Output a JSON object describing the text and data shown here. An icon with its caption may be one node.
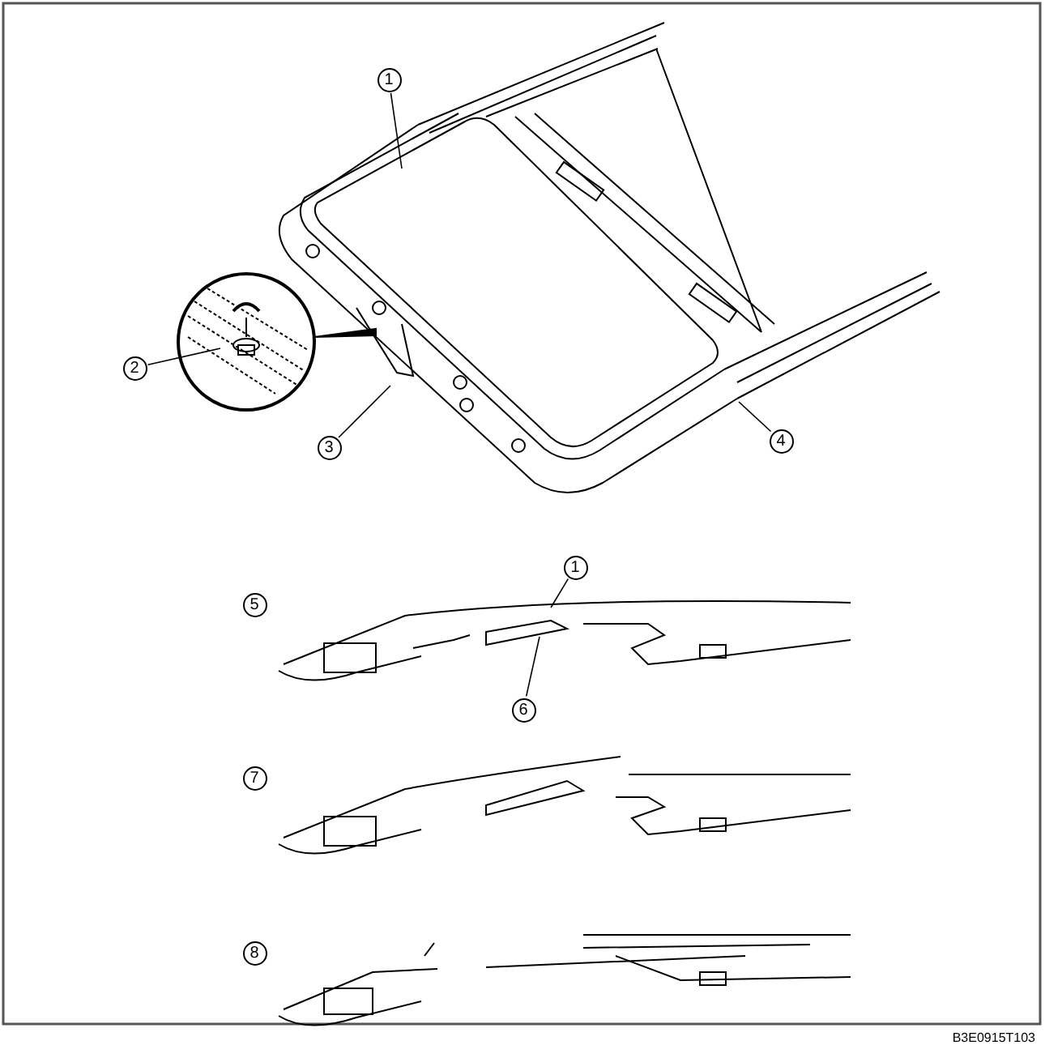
{
  "diagram": {
    "nodes": [
      {
        "text": [
          "1"
        ]
      },
      {
        "text": [
          "2"
        ]
      },
      {
        "text": [
          "3"
        ]
      },
      {
        "text": [
          "4"
        ]
      },
      {
        "text": [
          "1"
        ]
      },
      {
        "text": [
          "6"
        ]
      },
      {
        "text": [
          "5"
        ]
      },
      {
        "text": [
          "7"
        ]
      },
      {
        "text": [
          "8"
        ]
      }
    ],
    "edges": [
      {
        "from": 0,
        "to": null,
        "arrow": "none"
      },
      {
        "from": 1,
        "to": null,
        "arrow": "none"
      },
      {
        "from": 2,
        "to": null,
        "arrow": "none"
      },
      {
        "from": 3,
        "to": null,
        "arrow": "none"
      },
      {
        "from": 4,
        "to": null,
        "arrow": "none"
      },
      {
        "from": 5,
        "to": null,
        "arrow": "none"
      }
    ],
    "labels": [
      "B3E0915T103"
    ]
  }
}
